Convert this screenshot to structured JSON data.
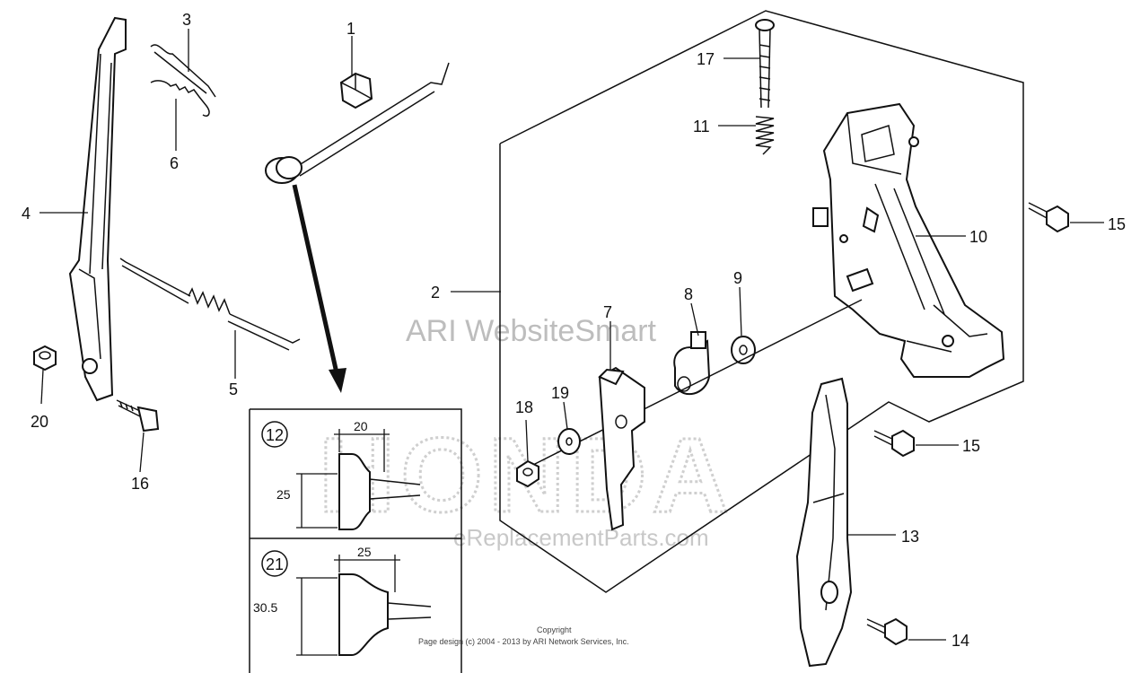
{
  "watermark": {
    "brand_logo": "HONDA",
    "site_name": "ARI WebsiteSmart",
    "site_url": "eReplacementParts.com"
  },
  "copyright": {
    "line1": "Copyright",
    "line2": "Page design (c) 2004 - 2013 by ARI Network Services, Inc."
  },
  "callouts": [
    {
      "id": "c1",
      "label": "1"
    },
    {
      "id": "c2",
      "label": "2"
    },
    {
      "id": "c3",
      "label": "3"
    },
    {
      "id": "c4",
      "label": "4"
    },
    {
      "id": "c5",
      "label": "5"
    },
    {
      "id": "c6",
      "label": "6"
    },
    {
      "id": "c7",
      "label": "7"
    },
    {
      "id": "c8",
      "label": "8"
    },
    {
      "id": "c9",
      "label": "9"
    },
    {
      "id": "c10",
      "label": "10"
    },
    {
      "id": "c11",
      "label": "11"
    },
    {
      "id": "c13",
      "label": "13"
    },
    {
      "id": "c14",
      "label": "14"
    },
    {
      "id": "c15a",
      "label": "15"
    },
    {
      "id": "c15b",
      "label": "15"
    },
    {
      "id": "c16",
      "label": "16"
    },
    {
      "id": "c17",
      "label": "17"
    },
    {
      "id": "c18",
      "label": "18"
    },
    {
      "id": "c19",
      "label": "19"
    },
    {
      "id": "c20",
      "label": "20"
    }
  ],
  "inset_12": {
    "part_no": "12",
    "dim_width": "20",
    "dim_height": "25"
  },
  "inset_21": {
    "part_no": "21",
    "dim_width": "25",
    "dim_height": "30.5"
  }
}
